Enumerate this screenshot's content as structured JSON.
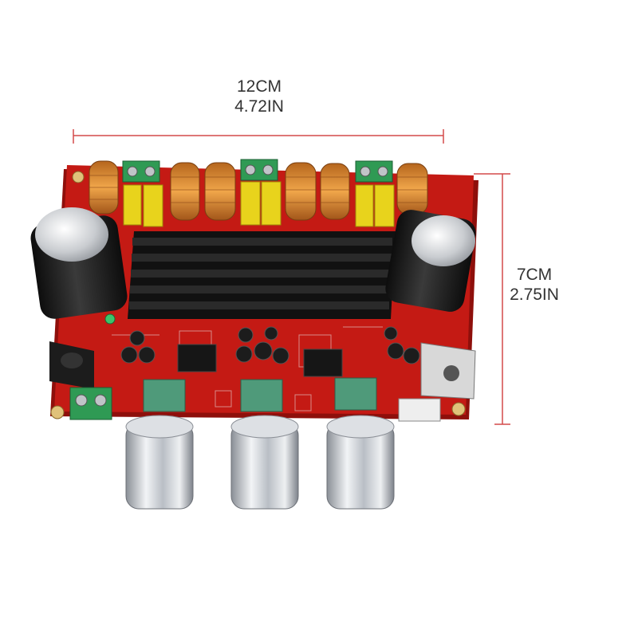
{
  "dimensions": {
    "width_metric": "12CM",
    "width_imperial": "4.72IN",
    "height_metric": "7CM",
    "height_imperial": "2.75IN"
  },
  "colors": {
    "pcb": "#c41a14",
    "pcb_dark": "#8e0f0b",
    "heatsink": "#1a1a1a",
    "inductor": "#d98a2b",
    "film_capacitor": "#e8d31c",
    "terminal": "#2f9a54",
    "potentiometer": "#4f9a7a",
    "knob": "#c8ccd2",
    "dimension_line": "#d44a4a",
    "text": "#333333"
  },
  "icons": {
    "board": "amplifier-board-icon",
    "knob": "volume-knob-icon"
  }
}
